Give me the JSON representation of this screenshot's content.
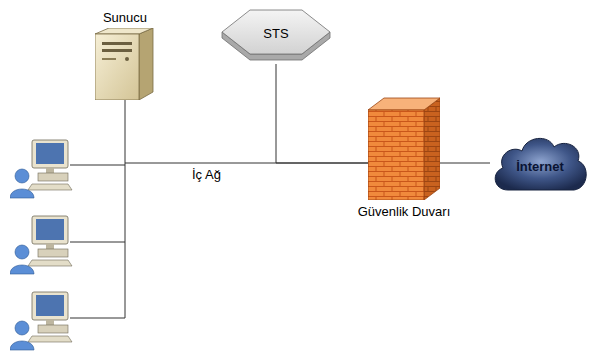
{
  "diagram": {
    "nodes": [
      {
        "text": [
          "Sunucu"
        ]
      },
      {
        "text": [
          "STS"
        ]
      },
      {
        "text": [
          "Güvenlik Duvarı"
        ]
      },
      {
        "text": [
          "İnternet"
        ]
      }
    ],
    "edges": [
      {
        "from": 0,
        "to": 2,
        "arrow": "none"
      },
      {
        "from": 1,
        "to": 2,
        "arrow": "none"
      },
      {
        "from": 2,
        "to": 3,
        "arrow": "none"
      }
    ],
    "labels": [
      "İç Ağ"
    ]
  }
}
